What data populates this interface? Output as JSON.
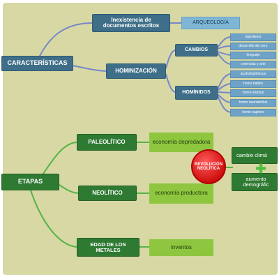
{
  "colors": {
    "background": "#d7d8a4",
    "blue_node": "#3f6f88",
    "blue_light": "#7fb6d6",
    "blue_leaf": "#6fa2c7",
    "blue_line": "#7787c8",
    "green_node": "#2f7a32",
    "green_light": "#8fc63f",
    "green_line": "#55b347",
    "red_circle": "#d01010"
  },
  "caracteristicas": {
    "label": "CARACTERÍSTICAS",
    "documents": "Inexistencia de documentos escritos",
    "arqueologia": "ARQUEOLOGÍA",
    "hominizacion": "HOMINIZACIÓN",
    "cambios": {
      "label": "CAMBIOS",
      "items": [
        "bipedismo",
        "desarrollo del cere",
        "lenguaje",
        "creencias y arte"
      ]
    },
    "hominidos": {
      "label": "HOMÍNIDOS",
      "items": [
        "australopithecus",
        "homo habilis",
        "homo erectus",
        "homo neanderthal",
        "homo sapiens"
      ]
    }
  },
  "etapas": {
    "label": "ETAPAS",
    "paleolitico": "PALEOLÍTICO",
    "paleolitico_economy": "economía depredadora",
    "neolitico": "NEOLÍTICO",
    "neolitico_economy": "economía productora",
    "metales": "EDAD DE LOS METALES",
    "metales_economy": "inventos",
    "revolucion": "REVOLUCIÓN NEOLÍTICA",
    "cambio_climatico": "cambio climá",
    "aumento_demografico": "aumento demográfic"
  }
}
